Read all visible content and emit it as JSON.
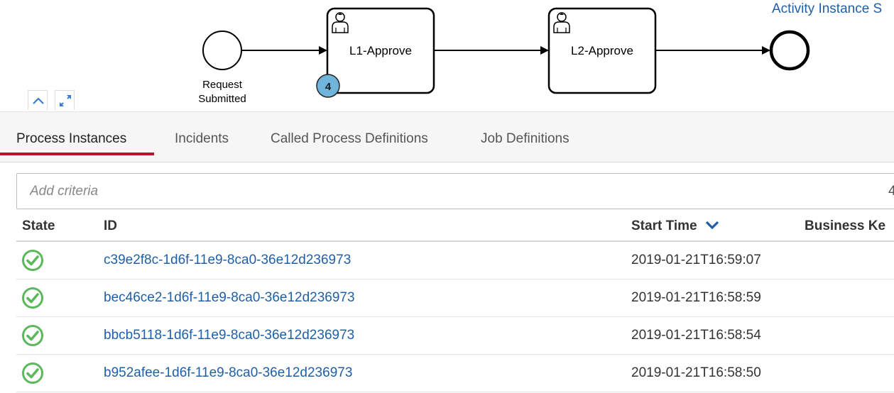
{
  "diagram": {
    "start_event_label_line1": "Request",
    "start_event_label_line2": "Submitted",
    "task1_name": "L1-Approve",
    "task1_instance_count": "4",
    "task2_name": "L2-Approve",
    "activity_instance_link": "Activity Instance S"
  },
  "tabs": [
    {
      "label": "Process Instances",
      "active": true
    },
    {
      "label": "Incidents"
    },
    {
      "label": "Called Process Definitions"
    },
    {
      "label": "Job Definitions"
    }
  ],
  "search": {
    "placeholder": "Add criteria",
    "result_count": "4"
  },
  "table": {
    "columns": [
      "State",
      "ID",
      "Start Time",
      "Business Ke"
    ],
    "sort_column": "Start Time",
    "sort_direction": "descending",
    "rows": [
      {
        "state": "ok",
        "id": "c39e2f8c-1d6f-11e9-8ca0-36e12d236973",
        "start_time": "2019-01-21T16:59:07"
      },
      {
        "state": "ok",
        "id": "bec46ce2-1d6f-11e9-8ca0-36e12d236973",
        "start_time": "2019-01-21T16:58:59"
      },
      {
        "state": "ok",
        "id": "bbcb5118-1d6f-11e9-8ca0-36e12d236973",
        "start_time": "2019-01-21T16:58:54"
      },
      {
        "state": "ok",
        "id": "b952afee-1d6f-11e9-8ca0-36e12d236973",
        "start_time": "2019-01-21T16:58:50"
      }
    ]
  },
  "colors": {
    "link": "#1f5fa8",
    "active_tab_accent": "#b5152b",
    "state_ok": "#5cb85c",
    "badge_fill": "#6fb5db"
  },
  "icons": {
    "state_ok": "check-circle-icon",
    "task_type": "user-icon",
    "collapse": "chevron-up-icon",
    "fullscreen": "expand-arrows-icon",
    "sort": "chevron-down-icon"
  }
}
